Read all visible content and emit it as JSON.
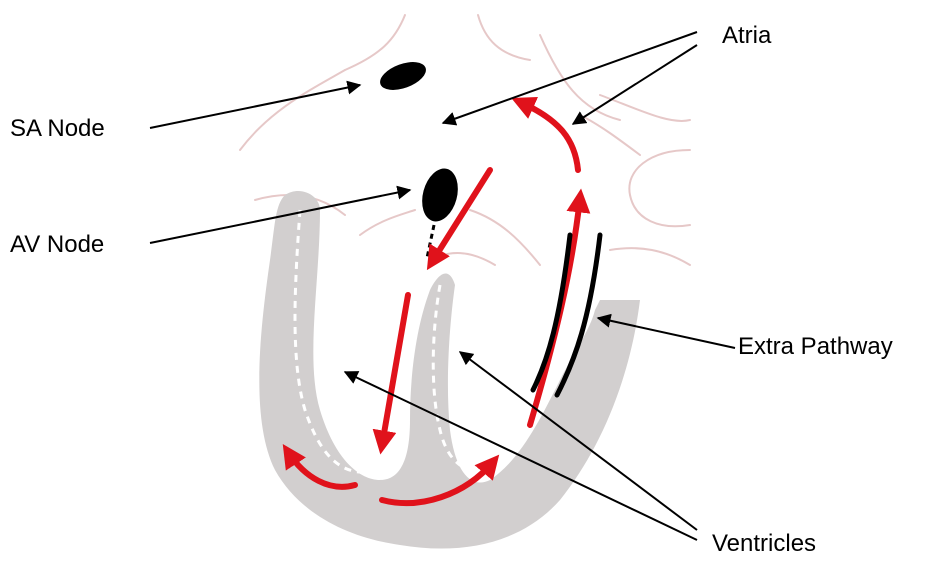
{
  "labels": {
    "sa_node": "SA Node",
    "av_node": "AV Node",
    "atria": "Atria",
    "extra_pathway": "Extra Pathway",
    "ventricles": "Ventricles"
  },
  "colors": {
    "background": "#ffffff",
    "heart_outline": "#e6c8c8",
    "ventricle_wall": "#d2cfcf",
    "conduction_arrow": "#e0121b",
    "node": "#000000",
    "pointer": "#000000",
    "label": "#000000"
  }
}
